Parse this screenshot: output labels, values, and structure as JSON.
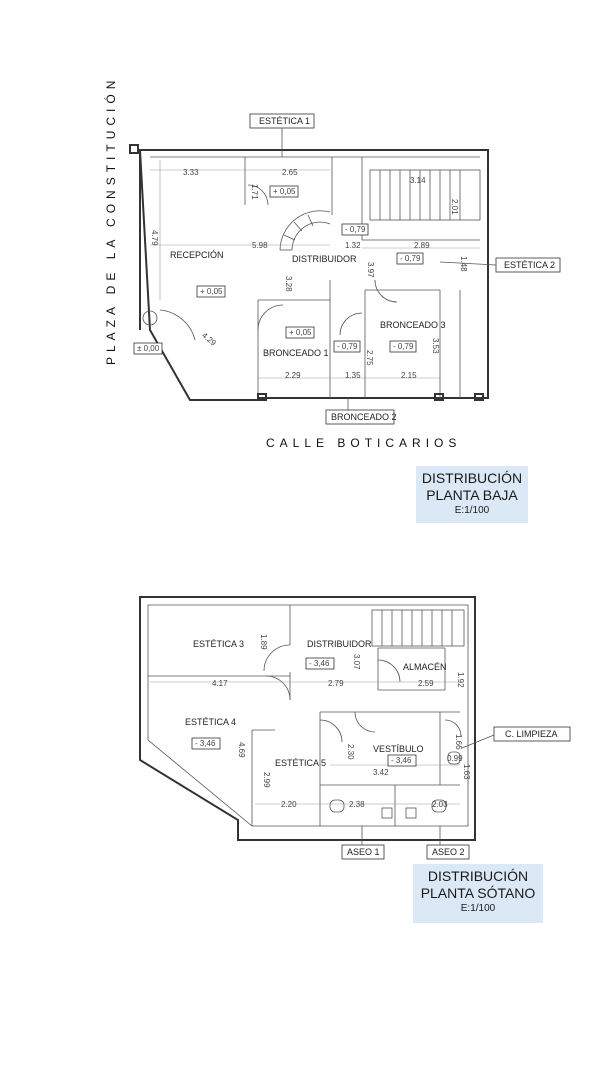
{
  "planta_baja": {
    "title_line1": "DISTRIBUCIÓN",
    "title_line2": "PLANTA BAJA",
    "scale": "E:1/100",
    "street_bottom": "CALLE   BOTICARIOS",
    "street_left": "PLAZA   DE   LA   CONSTITUCIÓN",
    "labels": {
      "estetica1": "ESTÉTICA 1",
      "estetica2": "ESTÉTICA 2",
      "recepcion": "RECEPCIÓN",
      "distribuidor": "DISTRIBUIDOR",
      "bronceado1": "BRONCEADO 1",
      "bronceado2": "BRONCEADO 2",
      "bronceado3": "BRONCEADO 3"
    },
    "levels": {
      "l1": "+ 0,05",
      "l2": "+ 0,05",
      "l3": "+ 0,05",
      "l4": "± 0,00",
      "l5": "- 0,79",
      "l6": "- 0,79",
      "l7": "- 0,79",
      "l8": "- 0,79"
    },
    "dims": {
      "d1": "3.33",
      "d2": "2.65",
      "d3": "3.14",
      "d4": "1.71",
      "d5": "2.01",
      "d6": "4.79",
      "d7": "5.98",
      "d8": "1.32",
      "d9": "2.89",
      "d10": "1.48",
      "d11": "3.97",
      "d12": "3.28",
      "d13": "4.29",
      "d14": "2.75",
      "d15": "3.53",
      "d16": "2.29",
      "d17": "1.35",
      "d18": "2.15"
    }
  },
  "planta_sotano": {
    "title_line1": "DISTRIBUCIÓN",
    "title_line2": "PLANTA SÓTANO",
    "scale": "E:1/100",
    "labels": {
      "estetica3": "ESTÉTICA 3",
      "estetica4": "ESTÉTICA 4",
      "estetica5": "ESTÉTICA 5",
      "distribuidor": "DISTRIBUIDOR",
      "almacen": "ALMACÉN",
      "vestibulo": "VESTÍBULO",
      "climpieza": "C. LIMPIEZA",
      "aseo1": "ASEO 1",
      "aseo2": "ASEO 2"
    },
    "levels": {
      "l1": "- 3,46",
      "l2": "- 3,46",
      "l3": "- 3,46"
    },
    "dims": {
      "d1": "1.89",
      "d2": "3.07",
      "d3": "1.92",
      "d4": "4.17",
      "d5": "2.79",
      "d6": "2.59",
      "d7": "4.69",
      "d8": "2.30",
      "d9": "1.66",
      "d10": "0.99",
      "d11": "3.42",
      "d12": "2.99",
      "d13": "1.63",
      "d14": "2.20",
      "d15": "2.38",
      "d16": "2.03"
    }
  }
}
